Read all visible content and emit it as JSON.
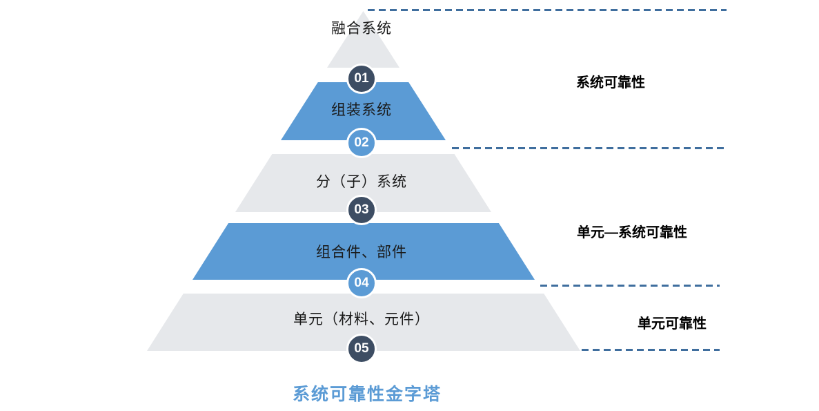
{
  "pyramid": {
    "levels": [
      {
        "number": "01",
        "label": "融合系统",
        "fill": "gray"
      },
      {
        "number": "02",
        "label": "组装系统",
        "fill": "blue"
      },
      {
        "number": "03",
        "label": "分（子）系统",
        "fill": "gray"
      },
      {
        "number": "04",
        "label": "组合件、部件",
        "fill": "blue"
      },
      {
        "number": "05",
        "label": "单元（材料、元件）",
        "fill": "gray"
      }
    ]
  },
  "annotations": [
    {
      "label": "系统可靠性"
    },
    {
      "label": "单元—系统可靠性"
    },
    {
      "label": "单元可靠性"
    }
  ],
  "caption": "系统可靠性金字塔",
  "colors": {
    "level_blue": "#5b9bd5",
    "level_gray": "#e6e8eb",
    "badge_dark": "#3d4d63",
    "badge_blue": "#5b9bd5",
    "dashed_line": "#3f6e9e",
    "caption_text": "#5b9bd5",
    "level_label_text": "#1a1a1a",
    "annotation_text": "#000000"
  }
}
